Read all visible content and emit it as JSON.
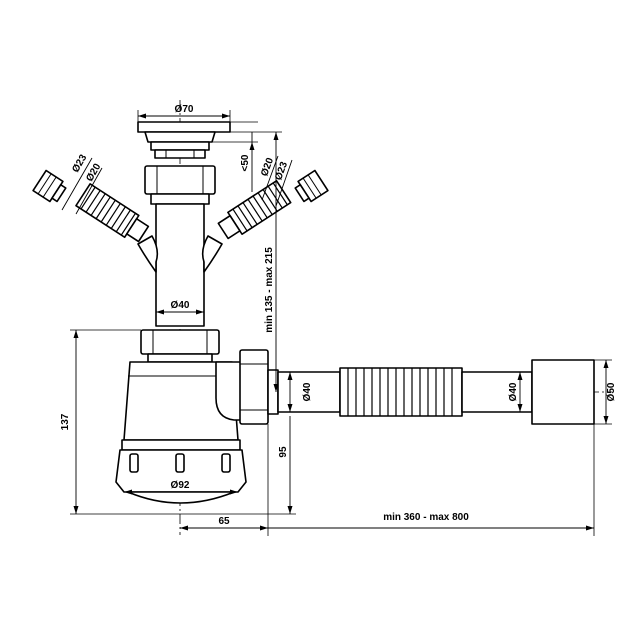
{
  "dimensions": {
    "d70": "Ø70",
    "lt50": "<50",
    "d23_left": "Ø23",
    "d20_left": "Ø20",
    "d20_right": "Ø20",
    "d23_right": "Ø23",
    "height_range": "min 135 - max 215",
    "d40_stem": "Ø40",
    "d40_outlet": "Ø40",
    "d40_hose": "Ø40",
    "d50": "Ø50",
    "h137": "137",
    "h95": "95",
    "d92": "Ø92",
    "w65": "65",
    "length_range": "min 360 - max 800"
  }
}
